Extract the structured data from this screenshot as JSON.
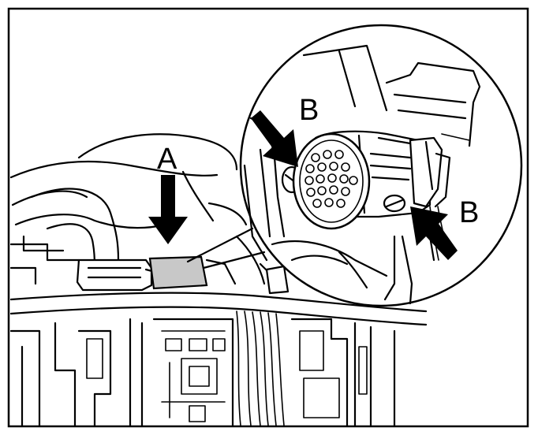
{
  "labels": {
    "a": "A",
    "b_left": "B",
    "b_right": "B"
  },
  "colors": {
    "ink": "#000000",
    "paper": "#ffffff",
    "highlight": "#c8c8c8"
  },
  "icons": {
    "arrow_a": "arrow-down-icon",
    "arrow_b_left": "arrow-down-right-icon",
    "arrow_b_right": "arrow-up-left-icon"
  }
}
